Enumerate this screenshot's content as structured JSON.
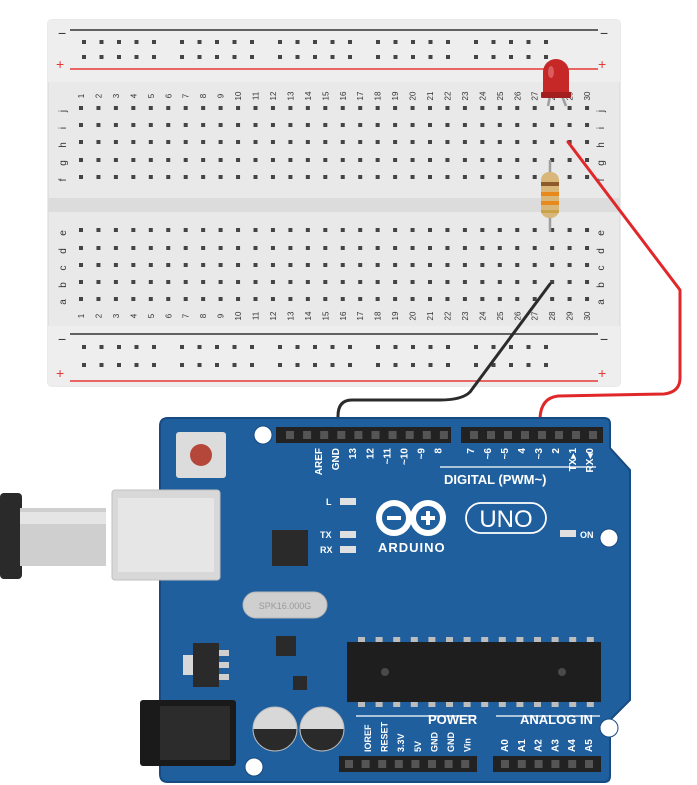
{
  "breadboard": {
    "rail_minus": "−",
    "rail_plus": "+",
    "rows_top": [
      "j",
      "i",
      "h",
      "g",
      "f"
    ],
    "rows_bottom": [
      "e",
      "d",
      "c",
      "b",
      "a"
    ],
    "columns": [
      "1",
      "2",
      "3",
      "4",
      "5",
      "6",
      "7",
      "8",
      "9",
      "10",
      "11",
      "12",
      "13",
      "14",
      "15",
      "16",
      "17",
      "18",
      "19",
      "20",
      "21",
      "22",
      "23",
      "24",
      "25",
      "26",
      "27",
      "28",
      "29",
      "30"
    ]
  },
  "arduino": {
    "digital_pin_labels_left": [
      "AREF",
      "GND",
      "13",
      "12",
      "~11",
      "~10",
      "~9",
      "8"
    ],
    "digital_pin_labels_right": [
      "7",
      "~6",
      "~5",
      "4",
      "~3",
      "2",
      "TX▸1",
      "RX◂0"
    ],
    "digital_title": "DIGITAL (PWM~)",
    "led_l": "L",
    "led_tx": "TX",
    "led_rx": "RX",
    "brand": "ARDUINO",
    "model": "UNO",
    "on_label": "ON",
    "crystal": "SPK16.000G",
    "power_title": "POWER",
    "power_pins": [
      "IOREF",
      "RESET",
      "3.3V",
      "5V",
      "GND",
      "GND",
      "Vin"
    ],
    "analog_title": "ANALOG IN",
    "analog_pins": [
      "A0",
      "A1",
      "A2",
      "A3",
      "A4",
      "A5"
    ]
  },
  "colors": {
    "board_blue": "#1f5f9e",
    "board_edge": "#174a80",
    "breadboard": "#e9e9e9",
    "rail_red": "#e53935",
    "wire_red": "#e0282b",
    "wire_black": "#2b2b2b",
    "led_red": "#d42a2a",
    "header_black": "#222222"
  }
}
